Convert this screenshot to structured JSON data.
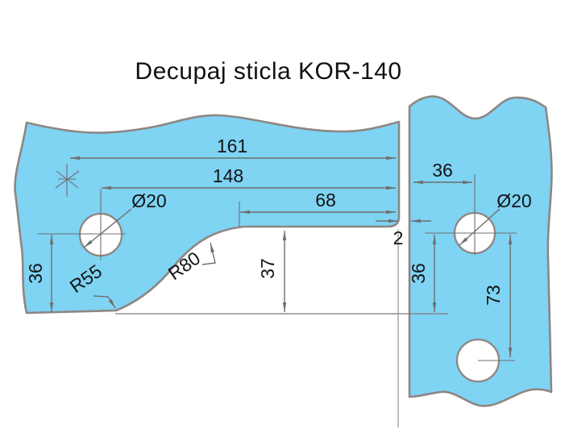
{
  "title": "Decupaj sticla KOR-140",
  "colors": {
    "glass_fill": "#7fd3f3",
    "glass_edge": "#8e8683",
    "dimension_lines": "#6f6f6f",
    "label_text": "#141414",
    "background": "#ffffff"
  },
  "dimensions": {
    "total_width": "161",
    "hole_to_glass_edge": "148",
    "cutout_width": "68",
    "panel_gap": "2",
    "left_hole_diameter": "Ø20",
    "right_hole_diameter": "Ø20",
    "left_hole_to_bottom_edge": "36",
    "right_hole_to_panel_edge": "36",
    "right_hole_to_baseline": "36",
    "cutout_depth": "37",
    "right_hole_spacing": "73",
    "lower_radius": "R55",
    "upper_radius": "R80"
  }
}
